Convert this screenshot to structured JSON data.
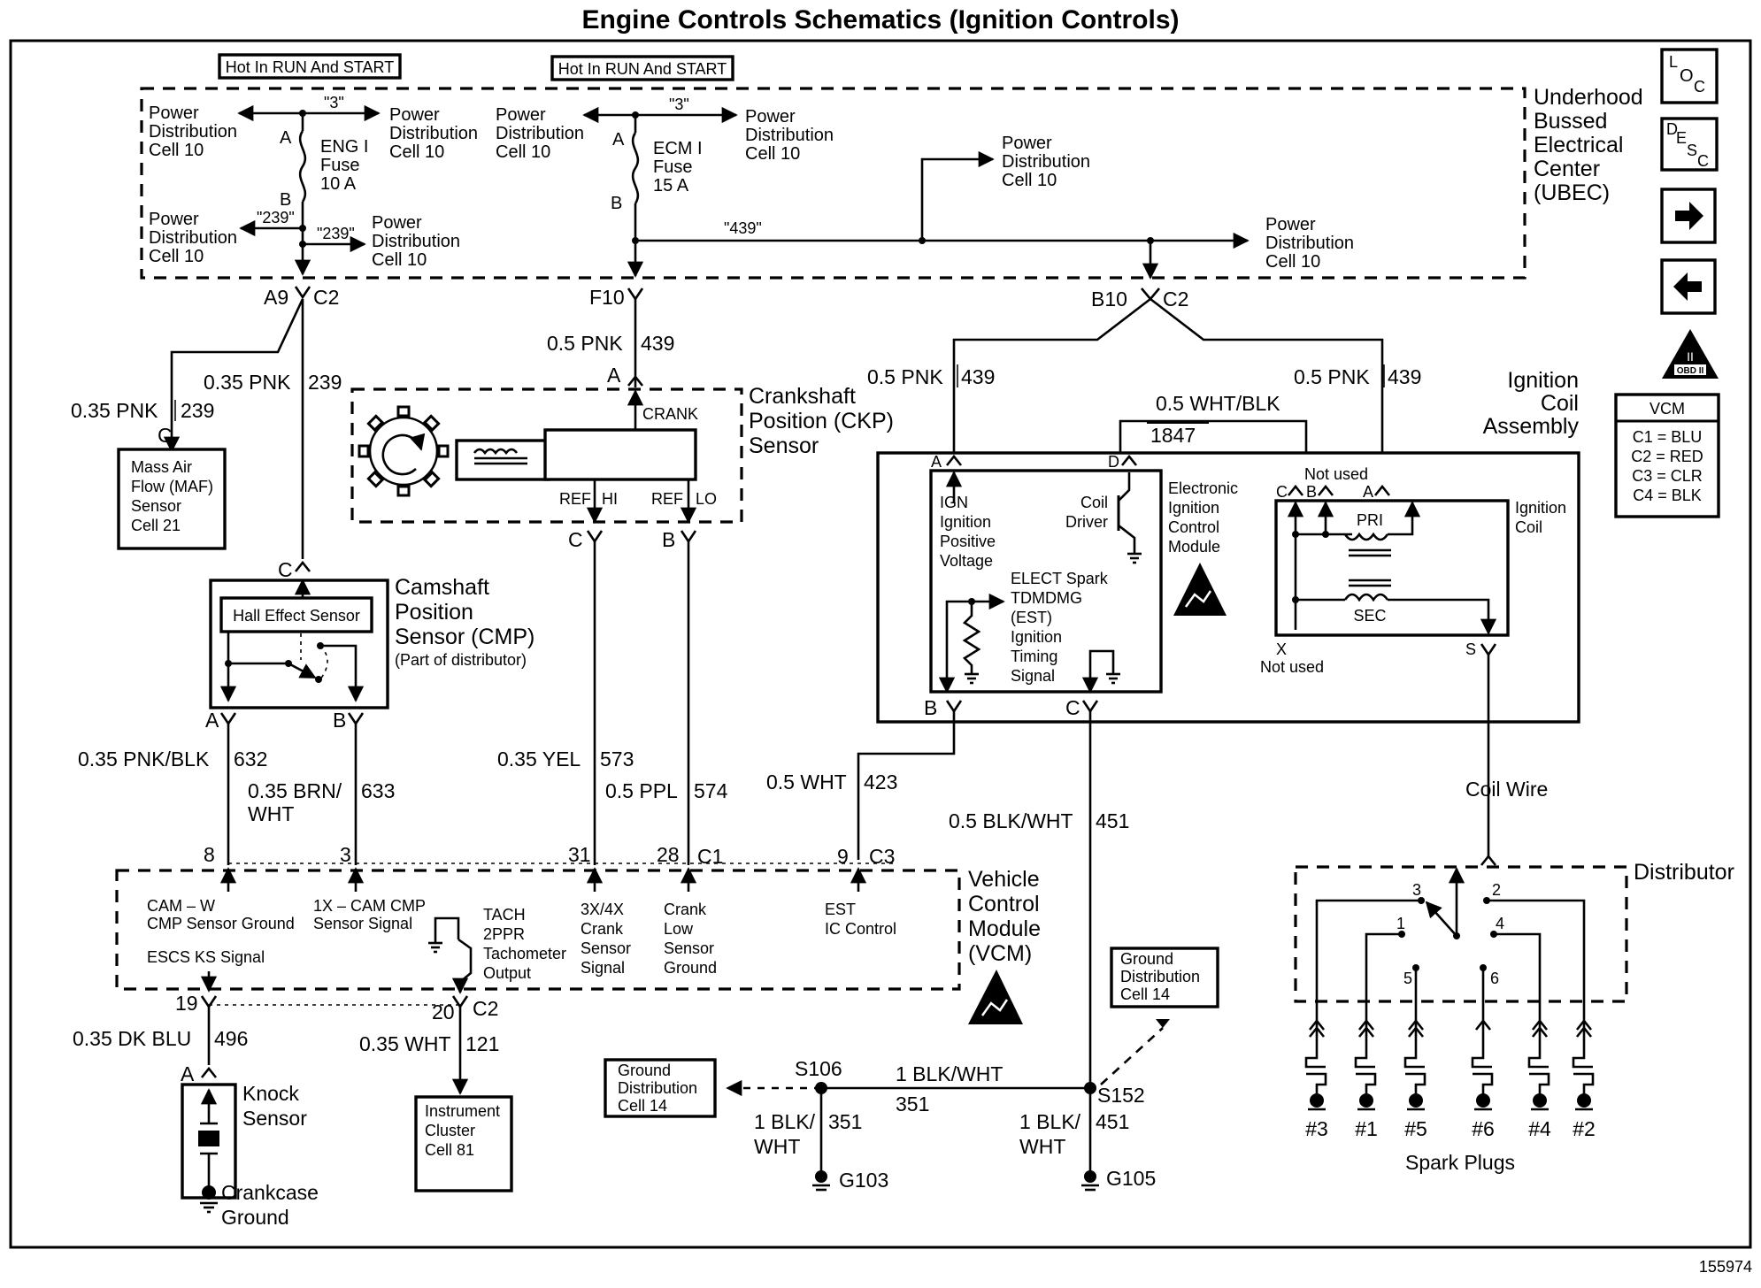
{
  "title": "Engine Controls Schematics (Ignition Controls)",
  "figure_id": "155974",
  "hot_labels": [
    "Hot In RUN And START",
    "Hot In RUN And START"
  ],
  "nav": {
    "loc_label": [
      "L",
      "O",
      "C"
    ],
    "desc_label": [
      "D",
      "E",
      "S",
      "C"
    ],
    "next_icon": "arrow-right",
    "prev_icon": "arrow-left",
    "obd_label": "OBD II",
    "obd_numeral": "II"
  },
  "vcm_legend": {
    "header": "VCM",
    "rows": [
      "C1 = BLU",
      "C2 = RED",
      "C3 = CLR",
      "C4 = BLK"
    ]
  },
  "ubec": {
    "name_lines": [
      "Underhood",
      "Bussed",
      "Electrical",
      "Center",
      "(UBEC)"
    ],
    "pd_cell": [
      "Power",
      "Distribution",
      "Cell 10"
    ],
    "fuse1": {
      "lines": [
        "ENG I",
        "Fuse",
        "10 A"
      ],
      "pinA": "A",
      "pinB": "B"
    },
    "fuse2": {
      "lines": [
        "ECM I",
        "Fuse",
        "15 A"
      ],
      "pinA": "A",
      "pinB": "B"
    },
    "circuit3": "\"3\"",
    "circuit239": "\"239\"",
    "circuit439": "\"439\""
  },
  "connectors": {
    "a9": "A9",
    "c2_top": "C2",
    "f10": "F10",
    "b10": "B10",
    "c2_b10": "C2",
    "c1": "C1",
    "c3": "C3",
    "c2_bot": "C2",
    "pin8": "8",
    "pin3": "3",
    "pin31": "31",
    "pin28": "28",
    "pin9": "9",
    "pin19": "19",
    "pin20": "20"
  },
  "wires": {
    "w239a": {
      "gauge": "0.35 PNK",
      "circuit": "239"
    },
    "w239b": {
      "gauge": "0.35 PNK",
      "circuit": "239"
    },
    "w439a": {
      "gauge": "0.5 PNK",
      "circuit": "439"
    },
    "w439b": {
      "gauge": "0.5 PNK",
      "circuit": "439"
    },
    "w439c": {
      "gauge": "0.5 PNK",
      "circuit": "439"
    },
    "w1847": {
      "gauge": "0.5 WHT/BLK",
      "circuit": "1847"
    },
    "w632": {
      "gauge": "0.35 PNK/BLK",
      "circuit": "632"
    },
    "w633": {
      "gauge1": "0.35 BRN/",
      "gauge2": "WHT",
      "circuit": "633"
    },
    "w573": {
      "gauge": "0.35 YEL",
      "circuit": "573"
    },
    "w574": {
      "gauge": "0.5 PPL",
      "circuit": "574"
    },
    "w423": {
      "gauge": "0.5 WHT",
      "circuit": "423"
    },
    "w451": {
      "gauge": "0.5 BLK/WHT",
      "circuit": "451"
    },
    "w496": {
      "gauge": "0.35 DK BLU",
      "circuit": "496"
    },
    "w121": {
      "gauge": "0.35 WHT",
      "circuit": "121"
    },
    "w351h": {
      "gauge": "1 BLK/WHT",
      "circuit": "351"
    },
    "w351v": {
      "gauge1": "1 BLK/",
      "gauge2": "WHT",
      "circuit": "351"
    },
    "w451v": {
      "gauge1": "1 BLK/",
      "gauge2": "WHT",
      "circuit": "451"
    },
    "coil_wire": "Coil Wire"
  },
  "maf": {
    "lines": [
      "Mass Air",
      "Flow (MAF)",
      "Sensor",
      "Cell 21"
    ],
    "pin": "C"
  },
  "ckp": {
    "name_lines": [
      "Crankshaft",
      "Position (CKP)",
      "Sensor"
    ],
    "crank": "CRANK",
    "ref_hi": [
      "REF",
      "HI"
    ],
    "ref_lo": [
      "REF",
      "LO"
    ],
    "pinA": "A",
    "pinC": "C",
    "pinB": "B"
  },
  "cmp": {
    "name_lines": [
      "Camshaft",
      "Position",
      "Sensor (CMP)"
    ],
    "note": "(Part of distributor)",
    "hall": "Hall Effect Sensor",
    "pinC": "C",
    "pinA": "A",
    "pinB": "B"
  },
  "icm": {
    "name_lines": [
      "Electronic",
      "Ignition",
      "Control",
      "Module"
    ],
    "ign_lines": [
      "IGN",
      "Ignition",
      "Positive",
      "Voltage"
    ],
    "driver_lines": [
      "Coil",
      "Driver"
    ],
    "est_lines": [
      "ELECT Spark",
      "TDMDMG",
      "(EST)",
      "Ignition",
      "Timing",
      "Signal"
    ],
    "pinA": "A",
    "pinD": "D",
    "pinB": "B",
    "pinC": "C"
  },
  "coil": {
    "assembly_lines": [
      "Ignition",
      "Coil",
      "Assembly"
    ],
    "name_lines": [
      "Ignition",
      "Coil"
    ],
    "not_used": "Not used",
    "pri": "PRI",
    "sec": "SEC",
    "pinC": "C",
    "pinB": "B",
    "pinA": "A",
    "pinX": "X",
    "pinS": "S"
  },
  "vcm": {
    "name_lines": [
      "Vehicle",
      "Control",
      "Module",
      "(VCM)"
    ],
    "cam_w": [
      "CAM – W",
      "CMP Sensor Ground"
    ],
    "cam_sig": [
      "1X – CAM CMP",
      "Sensor Signal"
    ],
    "escs": "ESCS KS Signal",
    "tach": [
      "TACH",
      "2PPR",
      "Tachometer",
      "Output"
    ],
    "crank_sig": [
      "3X/4X",
      "Crank",
      "Sensor",
      "Signal"
    ],
    "crank_low": [
      "Crank",
      "Low",
      "Sensor",
      "Ground"
    ],
    "est": [
      "EST",
      "IC Control"
    ]
  },
  "knock": {
    "name_lines": [
      "Knock",
      "Sensor"
    ],
    "ground_lines": [
      "Crankcase",
      "Ground"
    ],
    "pin": "A"
  },
  "cluster": {
    "lines": [
      "Instrument",
      "Cluster",
      "Cell 81"
    ]
  },
  "ground_dist": {
    "lines": [
      "Ground",
      "Distribution",
      "Cell 14"
    ]
  },
  "splices": {
    "s106": "S106",
    "s152": "S152"
  },
  "grounds": {
    "g103": "G103",
    "g105": "G105"
  },
  "distributor": {
    "name": "Distributor",
    "terminals": [
      "1",
      "2",
      "3",
      "4",
      "5",
      "6"
    ],
    "plugs": [
      "#3",
      "#1",
      "#5",
      "#6",
      "#4",
      "#2"
    ],
    "plugs_label": "Spark Plugs"
  }
}
